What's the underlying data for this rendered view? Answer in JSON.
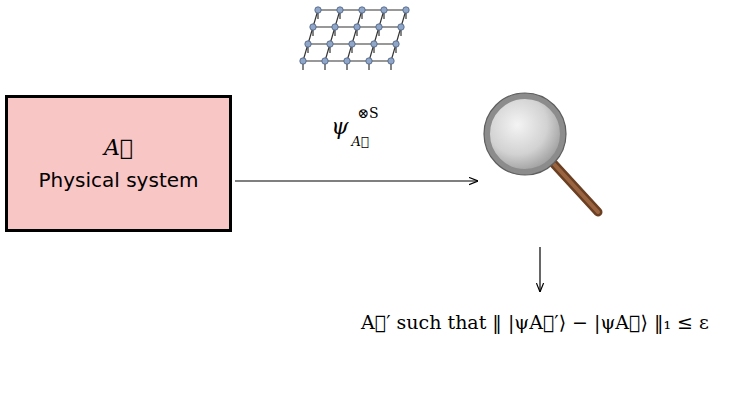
{
  "diagram": {
    "nodes": [
      {
        "text": [
          "A⃗",
          "Physical system"
        ]
      }
    ],
    "labels": [
      "ψ",
      "⊗S",
      "A⃗",
      "A⃗′ such that ‖ |ψA⃗′⟩ − |ψA⃗⟩ ‖₁ ≤ ε"
    ]
  }
}
